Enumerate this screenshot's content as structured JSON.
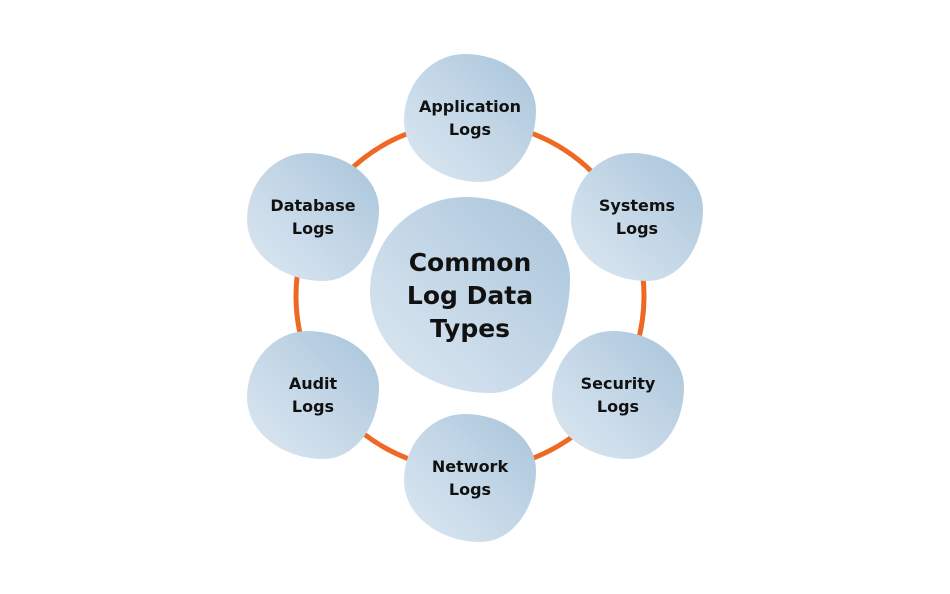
{
  "diagram": {
    "center": {
      "label": "Common\nLog Data\nTypes"
    },
    "nodes": [
      {
        "label": "Application\nLogs"
      },
      {
        "label": "Systems\nLogs"
      },
      {
        "label": "Security\nLogs"
      },
      {
        "label": "Network\nLogs"
      },
      {
        "label": "Audit\nLogs"
      },
      {
        "label": "Database\nLogs"
      }
    ],
    "colors": {
      "ring": "#ee6a24",
      "node_light": "#dde8f2",
      "node_dark": "#a8c4da",
      "text": "#111111"
    }
  }
}
